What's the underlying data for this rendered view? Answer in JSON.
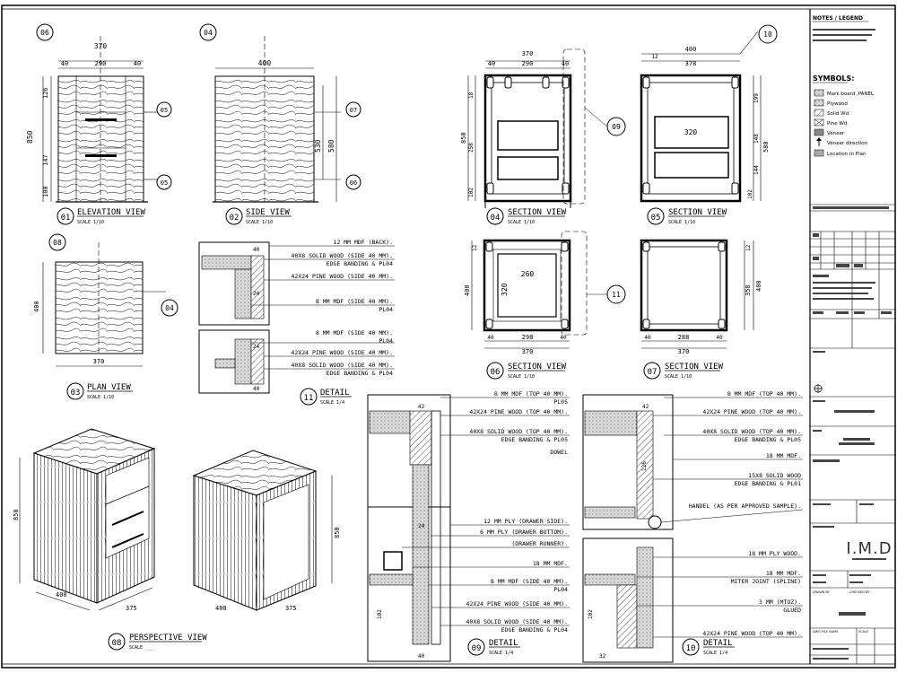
{
  "views": {
    "v01": {
      "num": "01",
      "title": "ELEVATION VIEW",
      "scale": "SCALE 1/10"
    },
    "v02": {
      "num": "02",
      "title": "SIDE VIEW",
      "scale": "SCALE 1/10"
    },
    "v03": {
      "num": "03",
      "title": "PLAN VIEW",
      "scale": "SCALE 1/10"
    },
    "v04": {
      "num": "04",
      "title": "SECTION VIEW",
      "scale": "SCALE 1/10"
    },
    "v05": {
      "num": "05",
      "title": "SECTION VIEW",
      "scale": "SCALE 1/10"
    },
    "v06": {
      "num": "06",
      "title": "SECTION VIEW",
      "scale": "SCALE 1/10"
    },
    "v07": {
      "num": "07",
      "title": "SECTION VIEW",
      "scale": "SCALE 1/10"
    },
    "v08": {
      "num": "08",
      "title": "PERSPECTIVE VIEW",
      "scale": "SCALE ___"
    },
    "v09": {
      "num": "09",
      "title": "DETAIL",
      "scale": "SCALE 1/4"
    },
    "v10": {
      "num": "10",
      "title": "DETAIL",
      "scale": "SCALE 1/4"
    },
    "v11": {
      "num": "11",
      "title": "DETAIL",
      "scale": "SCALE 1/4"
    }
  },
  "callouts": {
    "c06": "06",
    "c04": "04",
    "c05": "05",
    "c07": "07",
    "c08": "08",
    "c09": "09",
    "c10": "10",
    "c11": "11"
  },
  "dims": {
    "d370": "370",
    "d290": "290",
    "d400": "400",
    "d40": "40",
    "d12": "12",
    "d378": "378",
    "d850": "850",
    "d580": "580",
    "d530": "530",
    "d320": "320",
    "d260": "260",
    "d288": "288",
    "d298": "298",
    "d358": "358",
    "d120": "120",
    "d126": "126",
    "d147": "147",
    "d100": "100",
    "d18": "18",
    "d258": "258",
    "d102": "102",
    "d144": "144",
    "d148": "148",
    "d199": "199",
    "d42": "42",
    "d24": "24",
    "d126b": "126",
    "d375": "375",
    "d32": "32"
  },
  "notes11": [
    "12 MM MDF (BACK).",
    "40X8 SOLID WOOD (SIDE 40 MM).",
    "EDGE BANDING & PL04",
    "42X24 PINE WOOD (SIDE 40 MM).",
    "8 MM MDF (SIDE 40 MM).",
    "PL04",
    "8 MM MDF (SIDE 40 MM).",
    "PL04",
    "42X24 PINE WOOD (SIDE 40 MM).",
    "40X8 SOLID WOOD (SIDE 40 MM).",
    "EDGE BANDING & PL04"
  ],
  "notes09": [
    "8 MM MDF (TOP 40 MM).",
    "PL05",
    "42X24 PINE WOOD (TOP 40 MM).",
    "40X8 SOLID WOOD (TOP 40 MM).",
    "EDGE BANDING & PL05",
    "DOWEL",
    "12 MM PLY (DRAWER SIDE).",
    "6 MM PLY (DRAWER BOTTOM).",
    "(DRAWER RUNNER).",
    "18 MM MDF.",
    "8 MM MDF (SIDE 40 MM).",
    "PL04",
    "42X24 PINE WOOD (SIDE 40 MM).",
    "40X8 SOLID WOOD (SIDE 40 MM).",
    "EDGE BANDING & PL04"
  ],
  "notes10": [
    "8 MM MDF (TOP 40 MM).",
    "42X24 PINE WOOD (TOP 40 MM).",
    "40X8 SOLID WOOD (TOP 40 MM).",
    "EDGE BANDING & PL05",
    "18 MM MDF.",
    "15X8 SOLID WOOD",
    "EDGE BANDING & PL01",
    "HANDEL (AS PER APPROVED SAMPLE).",
    "18 MM PLY WOOD.",
    "18 MM MDF.",
    "MITER JOINT (SPLINE)",
    "3 MM (MTOZ).",
    "GLUED",
    "42X24 PINE WOOD (TOP 40 MM)."
  ],
  "legend": {
    "notes_title": "NOTES / LEGEND",
    "symbols_title": "SYMBOLS:",
    "items": [
      "Mark board ,PANEL",
      "Plywood",
      "Solid Wd.",
      "Pine Wd.",
      "Veneer",
      "Veneer direction",
      "Location in Plan"
    ]
  },
  "titleblock": {
    "logo": "I.M.D",
    "file_label": "DWG FILE NAME",
    "scale_label": "SCALE",
    "drawn_label": "DRAWN BY",
    "checked_label": "CHECKED BY"
  }
}
